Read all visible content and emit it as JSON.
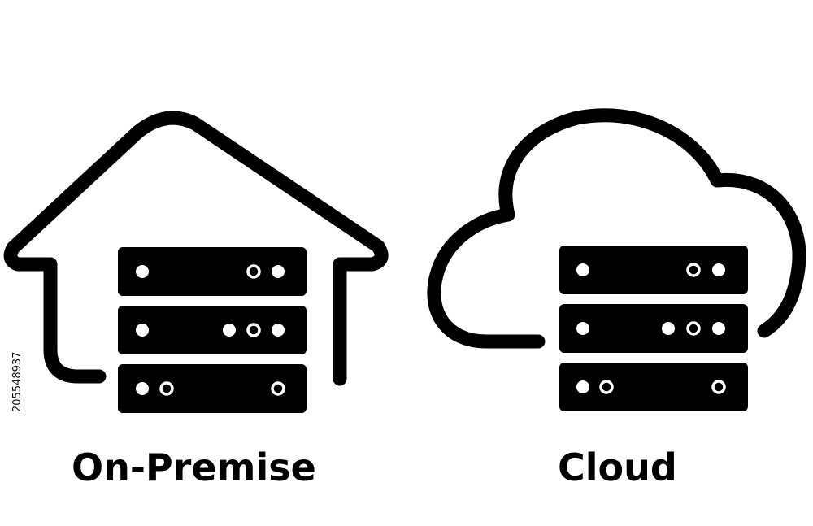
{
  "panels": {
    "on_premise": {
      "label": "On-Premise",
      "icon": "house-with-server-rack-icon"
    },
    "cloud": {
      "label": "Cloud",
      "icon": "cloud-with-server-rack-icon"
    }
  },
  "stock_id": "205548937",
  "colors": {
    "foreground": "#000000",
    "background": "#ffffff"
  }
}
